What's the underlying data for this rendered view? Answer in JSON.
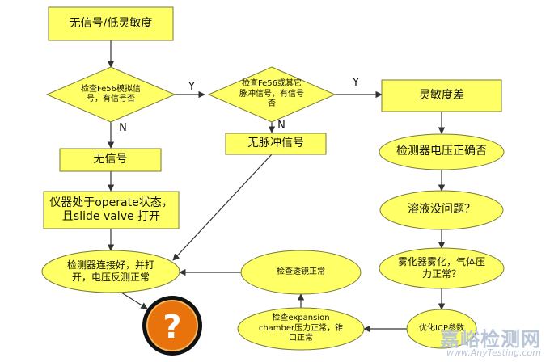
{
  "colors": {
    "fill": "#ffff66",
    "stroke": "#7a7a3a",
    "edge": "#333333",
    "badge_ring": "#111111",
    "badge_face": "#e8720c",
    "badge_mark": "#ffffff",
    "watermark": "#b8c6d8"
  },
  "nodes": {
    "start": "无信号/低灵敏度",
    "check_fe56": "检查Fe56模拟信号，有信号否",
    "check_fe56_pulse": "检查Fe56或其它脉冲信号，有信号否",
    "sensitivity_poor": "灵敏度差",
    "no_signal": "无信号",
    "no_pulse": "无脉冲信号",
    "detector_voltage": "检测器电压正确否",
    "instrument_operate": "仪器处于operate状态，且slide valve 打开",
    "solution_ok": "溶液没问题？",
    "detector_connect": "检测器连接好，并打开，电压反测正常",
    "lens_ok": "检查透镜正常",
    "nebulizer": "雾化器雾化，气体压力正常？",
    "expansion_chamber": "检查expansion chamber压力正常，锥口正常",
    "optimize_icp": "优化ICP参数"
  },
  "edge_labels": {
    "y1": "Y",
    "y2": "Y",
    "n1": "N",
    "n2": "N"
  },
  "badge": {
    "icon": "question-mark-icon",
    "glyph": "?"
  },
  "watermark": {
    "cn": "嘉峪检测网",
    "en": "www.AnyTesting.com"
  }
}
